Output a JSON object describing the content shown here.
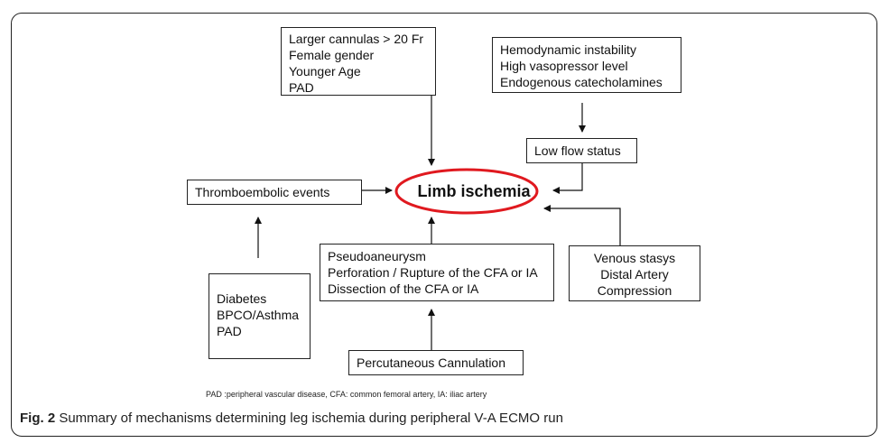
{
  "diagram": {
    "nodes": {
      "risk_factors": [
        "Larger cannulas > 20 Fr",
        "Female gender",
        "Younger Age",
        "PAD"
      ],
      "hemodynamic": [
        "Hemodynamic instability",
        "High vasopressor level",
        "Endogenous catecholamines"
      ],
      "low_flow": "Low flow status",
      "limb_ischemia": "Limb ischemia",
      "thromboembolic": "Thromboembolic events",
      "vascular_injury": [
        "Pseudoaneurysm",
        "Perforation / Rupture of the CFA or IA",
        "Dissection of the CFA or IA"
      ],
      "venous_stasis": [
        "Venous stasys",
        "Distal Artery",
        "Compression"
      ],
      "comorbidities": [
        "Diabetes",
        "BPCO/Asthma",
        "PAD"
      ],
      "cannulation": "Percutaneous Cannulation"
    },
    "edges": [
      {
        "from": "risk_factors",
        "to": "limb_ischemia"
      },
      {
        "from": "hemodynamic",
        "to": "low_flow"
      },
      {
        "from": "low_flow",
        "to": "limb_ischemia"
      },
      {
        "from": "thromboembolic",
        "to": "limb_ischemia"
      },
      {
        "from": "comorbidities",
        "to": "thromboembolic"
      },
      {
        "from": "vascular_injury",
        "to": "limb_ischemia"
      },
      {
        "from": "cannulation",
        "to": "vascular_injury"
      },
      {
        "from": "venous_stasis",
        "to": "limb_ischemia"
      }
    ],
    "ellipse_color": "#e0191f"
  },
  "footnote": "PAD :peripheral vascular disease, CFA: common femoral artery, IA: iliac artery",
  "caption": {
    "label": "Fig. 2",
    "text": " Summary of mechanisms determining leg ischemia during peripheral V-A ECMO run"
  }
}
